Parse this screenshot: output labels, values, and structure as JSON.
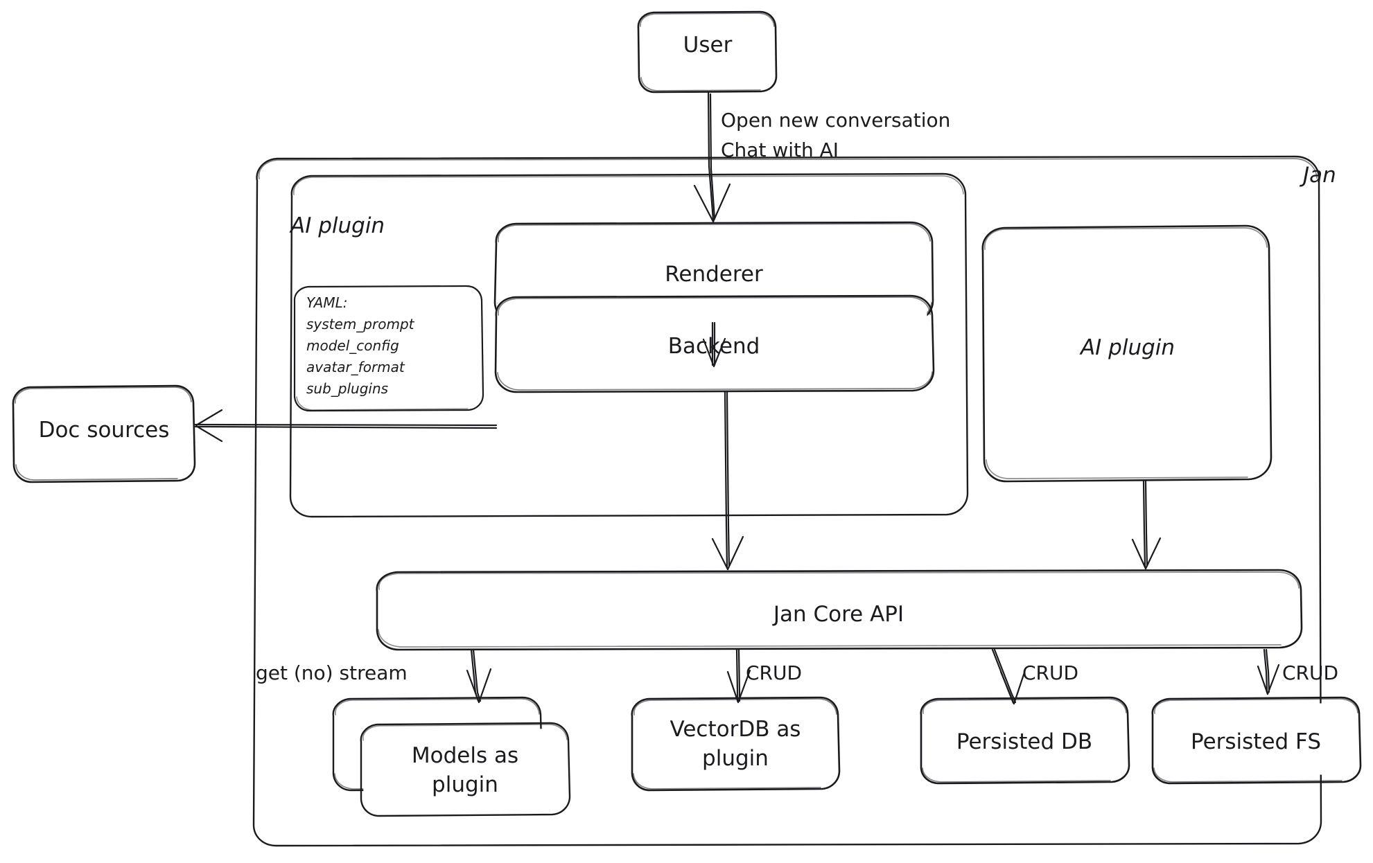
{
  "diagram": {
    "title": "Jan architecture diagram",
    "style": "hand-drawn sketch",
    "stroke_color": "#1b1b1f",
    "background_color": "#ffffff"
  },
  "nodes": {
    "user": {
      "label": "User"
    },
    "jan_container": {
      "label": "Jan"
    },
    "ai_plugin_container": {
      "label": "AI plugin"
    },
    "renderer": {
      "label": "Renderer"
    },
    "backend": {
      "label": "Backend"
    },
    "ai_plugin_right": {
      "label": "AI plugin"
    },
    "doc_sources": {
      "label": "Doc sources"
    },
    "jan_core_api": {
      "label": "Jan Core API"
    },
    "models_as_plugin": {
      "label_line1": "Models as",
      "label_line2": "plugin"
    },
    "vectordb_as_plugin": {
      "label_line1": "VectorDB as",
      "label_line2": "plugin"
    },
    "persisted_db": {
      "label": "Persisted DB"
    },
    "persisted_fs": {
      "label": "Persisted FS"
    }
  },
  "yaml_card": {
    "title": "YAML:",
    "items": [
      "system_prompt",
      "model_config",
      "avatar_format",
      "sub_plugins"
    ]
  },
  "edges": {
    "user_to_renderer": {
      "label_line1": "Open new conversation",
      "label_line2": "Chat with AI"
    },
    "backend_to_doc_sources": {
      "label": ""
    },
    "renderer_to_backend": {
      "label": ""
    },
    "backend_to_core": {
      "label": ""
    },
    "aiplugin_to_core": {
      "label": ""
    },
    "core_to_models": {
      "label": "get (no) stream"
    },
    "core_to_vectordb": {
      "label": "CRUD"
    },
    "core_to_persisted_db": {
      "label": "CRUD"
    },
    "core_to_persisted_fs": {
      "label": "CRUD"
    }
  }
}
